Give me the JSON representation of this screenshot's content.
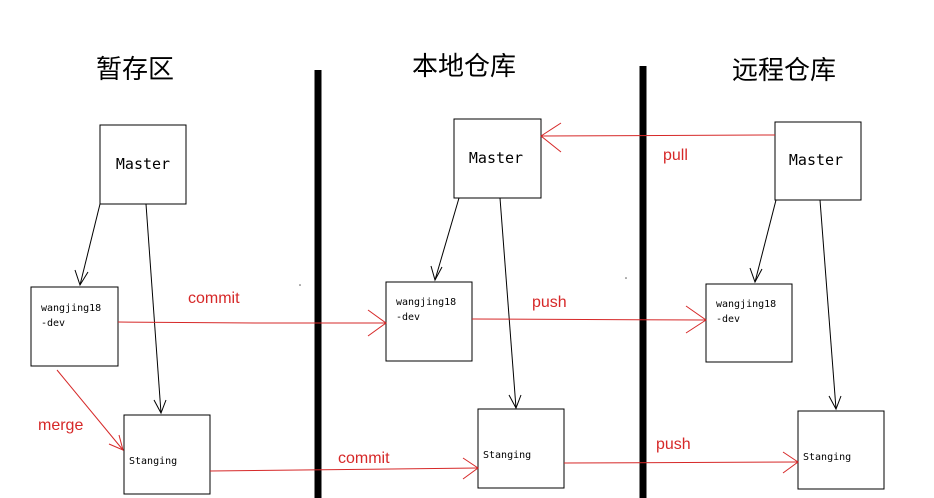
{
  "headers": {
    "staging": "暂存区",
    "local": "本地仓库",
    "remote": "远程仓库"
  },
  "staging_area": {
    "master": "Master",
    "branch_line1": "wangjing18",
    "branch_line2": "-dev",
    "stanging": "Stanging"
  },
  "local_repo": {
    "master": "Master",
    "branch_line1": "wangjing18",
    "branch_line2": "-dev",
    "stanging": "Stanging"
  },
  "remote_repo": {
    "master": "Master",
    "branch_line1": "wangjing18",
    "branch_line2": "-dev",
    "stanging": "Stanging"
  },
  "arrows": {
    "commit_top": "commit",
    "push_top": "push",
    "pull": "pull",
    "merge": "merge",
    "commit_bottom": "commit",
    "push_bottom": "push"
  },
  "colors": {
    "arrow_red": "#d62828",
    "line_black": "#000000"
  }
}
